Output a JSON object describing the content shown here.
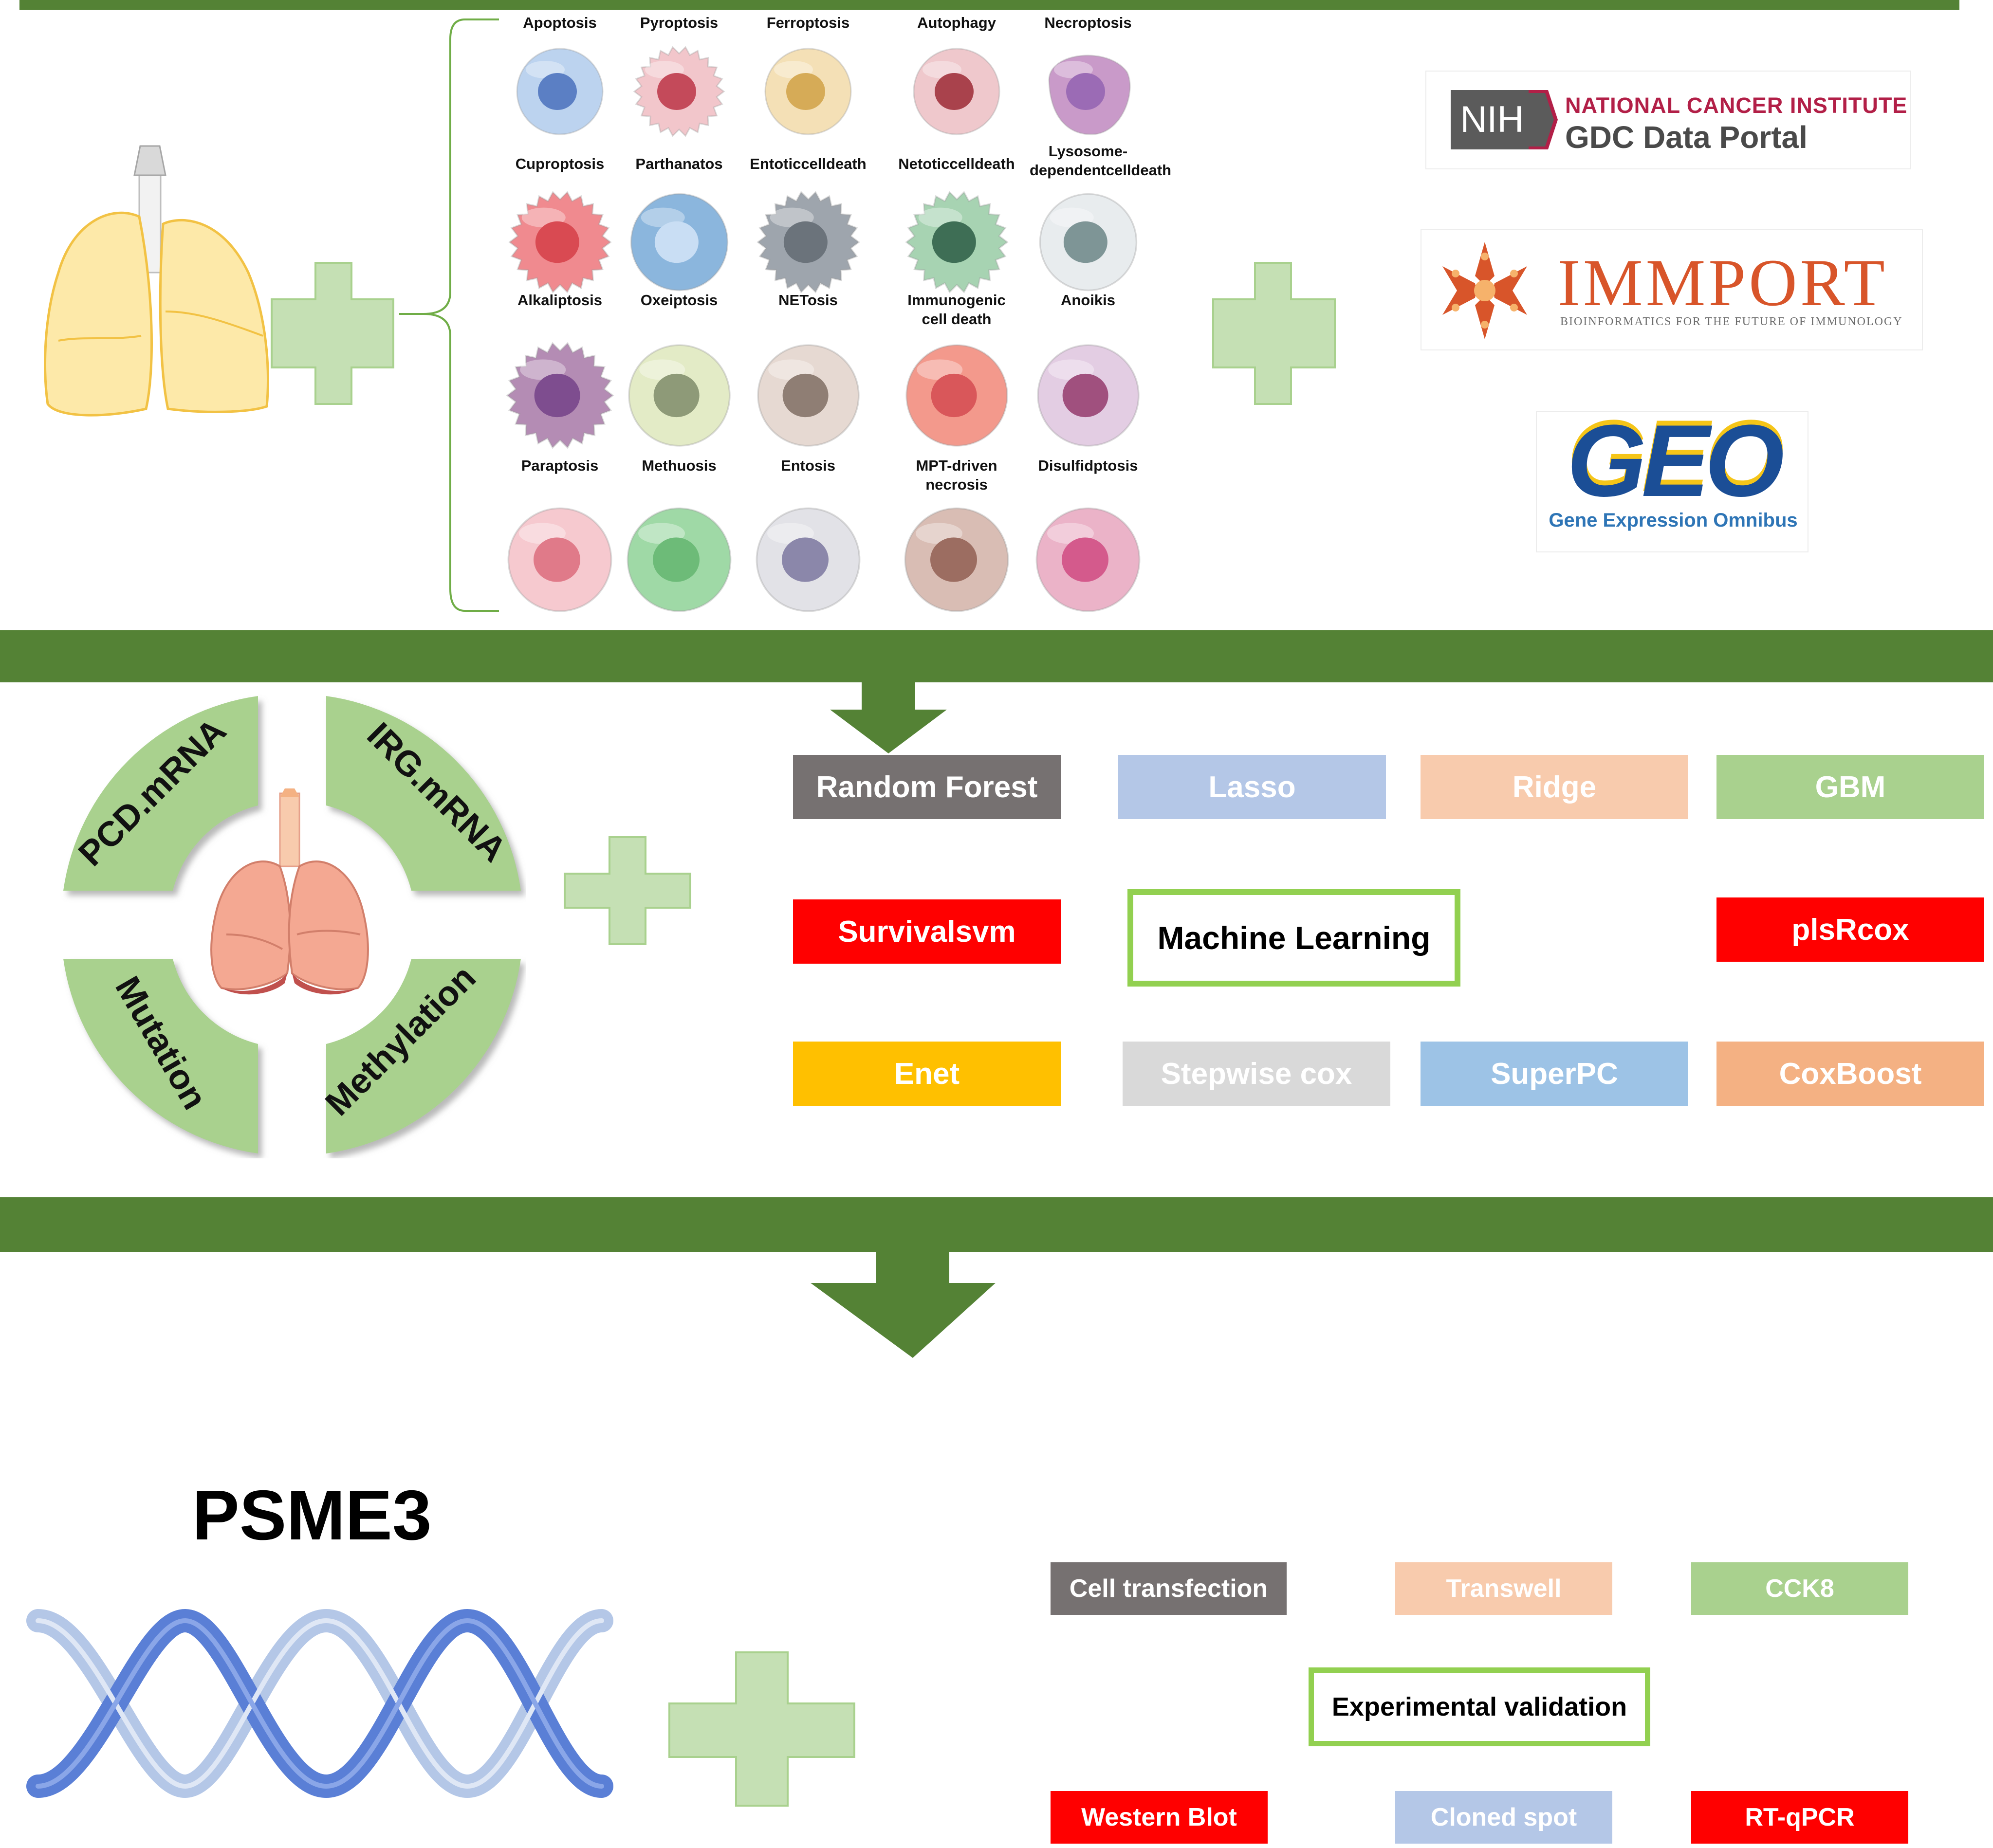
{
  "colors": {
    "band_green": "#548235",
    "plus_green": "#c5e0b4",
    "ring_green": "#a9d18e",
    "lung_yellow": "#fde9a9",
    "nih_red": "#b21f47",
    "immport_orange": "#d8552a",
    "geo_blue": "#1b4e96"
  },
  "cell_death_types": [
    {
      "label": "Apoptosis",
      "color": "#bcd3ef",
      "nucleus": "#5b7fc4",
      "shape": "round"
    },
    {
      "label": "Pyroptosis",
      "color": "#f2c6cb",
      "nucleus": "#c44a5a",
      "shape": "spiky"
    },
    {
      "label": "Ferroptosis",
      "color": "#f4e0b6",
      "nucleus": "#d6ab57",
      "shape": "round"
    },
    {
      "label": "Autophagy",
      "color": "#efc8cc",
      "nucleus": "#a9424c",
      "shape": "round"
    },
    {
      "label": "Necroptosis",
      "color": "#c99ac9",
      "nucleus": "#9b6bb5",
      "shape": "blob"
    },
    {
      "label": "Cuproptosis",
      "color": "#f08a8f",
      "nucleus": "#d94a52",
      "shape": "spiky"
    },
    {
      "label": "Parthanatos",
      "color": "#8bb6dd",
      "nucleus": "#c9def4",
      "shape": "round"
    },
    {
      "label": "Entoticcelldeath",
      "color": "#9ea5ad",
      "nucleus": "#6b737b",
      "shape": "spiky"
    },
    {
      "label": "Netoticcelldeath",
      "color": "#a7d3b2",
      "nucleus": "#3e6e55",
      "shape": "spiky"
    },
    {
      "label": "Lysosome-dependentcelldeath",
      "color": "#e8ecee",
      "nucleus": "#7e9596",
      "shape": "round"
    },
    {
      "label": "Alkaliptosis",
      "color": "#b48cb4",
      "nucleus": "#7e4d8f",
      "shape": "spiky"
    },
    {
      "label": "Oxeiptosis",
      "color": "#e3ebc6",
      "nucleus": "#8e9a78",
      "shape": "round"
    },
    {
      "label": "NETosis",
      "color": "#e6d9d2",
      "nucleus": "#8f7e74",
      "shape": "round"
    },
    {
      "label": "Immunogenic cell death",
      "color": "#f3998c",
      "nucleus": "#d9575a",
      "shape": "round"
    },
    {
      "label": "Anoikis",
      "color": "#e3cde3",
      "nucleus": "#a0507e",
      "shape": "round"
    },
    {
      "label": "Paraptosis",
      "color": "#f6c9cf",
      "nucleus": "#e07a89",
      "shape": "round"
    },
    {
      "label": "Methuosis",
      "color": "#9fd9a6",
      "nucleus": "#6dbb78",
      "shape": "round"
    },
    {
      "label": "Entosis",
      "color": "#e2e2e7",
      "nucleus": "#8b87aa",
      "shape": "round"
    },
    {
      "label": "MPT-driven necrosis",
      "color": "#d9bdb4",
      "nucleus": "#9c6d61",
      "shape": "round"
    },
    {
      "label": "Disulfidptosis",
      "color": "#ebb3c8",
      "nucleus": "#d45a8c",
      "shape": "round"
    }
  ],
  "databases": {
    "gdc": {
      "nih": "NIH",
      "line1": "NATIONAL CANCER INSTITUTE",
      "line2": "GDC Data Portal"
    },
    "immport": {
      "name": "IMMPORT",
      "tagline": "BIOINFORMATICS FOR THE FUTURE OF IMMUNOLOGY"
    },
    "geo": {
      "name": "GEO",
      "tagline": "Gene Expression Omnibus"
    }
  },
  "omics_ring": [
    "PCD.mRNA",
    "IRG.mRNA",
    "Mutation",
    "Methylation"
  ],
  "machine_learning": {
    "center": "Machine Learning",
    "methods": [
      {
        "label": "Random Forest",
        "color": "#767171"
      },
      {
        "label": "Lasso",
        "color": "#b4c7e7"
      },
      {
        "label": "Ridge",
        "color": "#f8cbad"
      },
      {
        "label": "GBM",
        "color": "#a9d18e"
      },
      {
        "label": "Survivalsvm",
        "color": "#ff0000"
      },
      {
        "label": "plsRcox",
        "color": "#ff0000"
      },
      {
        "label": "Enet",
        "color": "#ffc000"
      },
      {
        "label": "Stepwise cox",
        "color": "#d9d9d9"
      },
      {
        "label": "SuperPC",
        "color": "#9dc3e6"
      },
      {
        "label": "CoxBoost",
        "color": "#f4b183"
      }
    ]
  },
  "gene": "PSME3",
  "experimental_validation": {
    "center": "Experimental validation",
    "methods": [
      {
        "label": "Cell transfection",
        "color": "#767171"
      },
      {
        "label": "Transwell",
        "color": "#f8cbad"
      },
      {
        "label": "CCK8",
        "color": "#a9d18e"
      },
      {
        "label": "Western Blot",
        "color": "#ff0000"
      },
      {
        "label": "Cloned spot",
        "color": "#b4c7e7"
      },
      {
        "label": "RT-qPCR",
        "color": "#ff0000"
      }
    ]
  }
}
